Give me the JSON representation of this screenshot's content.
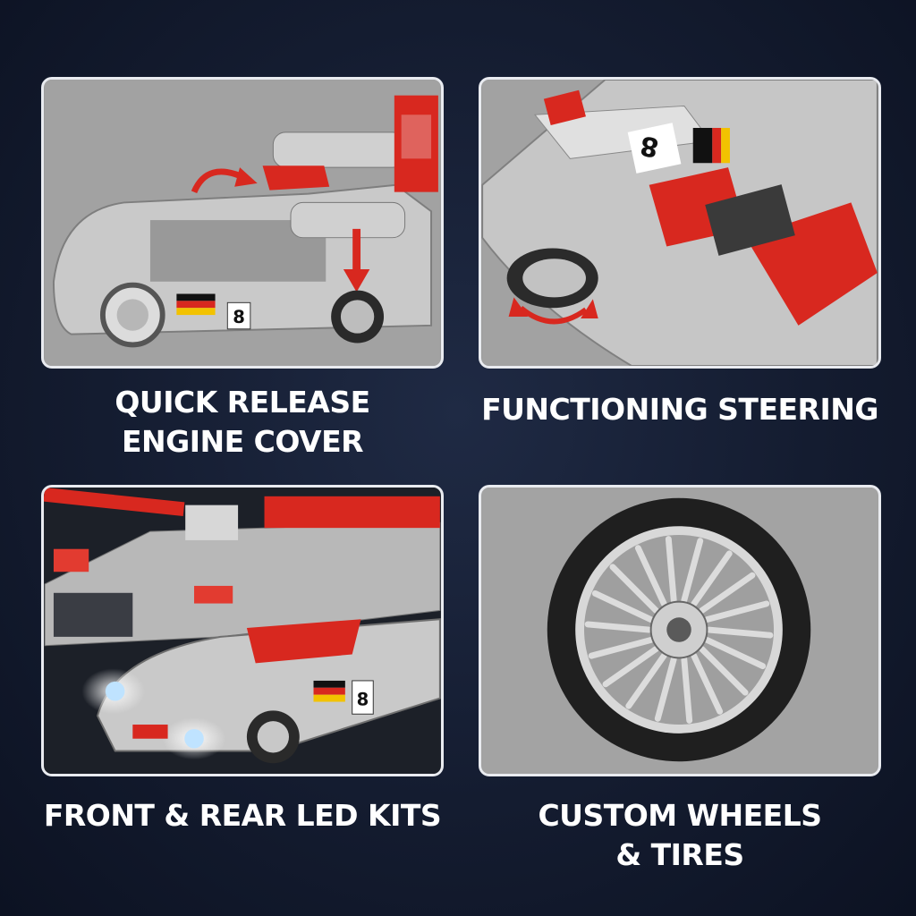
{
  "features": [
    {
      "caption_lines": [
        "QUICK RELEASE",
        "ENGINE COVER"
      ],
      "image": "engine-cover-photo"
    },
    {
      "caption_lines": [
        "FUNCTIONING STEERING"
      ],
      "image": "steering-photo"
    },
    {
      "caption_lines": [
        "FRONT & REAR LED KITS"
      ],
      "image": "led-kits-photo"
    },
    {
      "caption_lines": [
        "CUSTOM WHEELS",
        "& TIRES"
      ],
      "image": "wheel-photo"
    }
  ],
  "car_number": "8",
  "colors": {
    "background": "#141c30",
    "panel_border": "#e9ebf0",
    "accent_red": "#d8281f",
    "caption_text": "#ffffff"
  }
}
